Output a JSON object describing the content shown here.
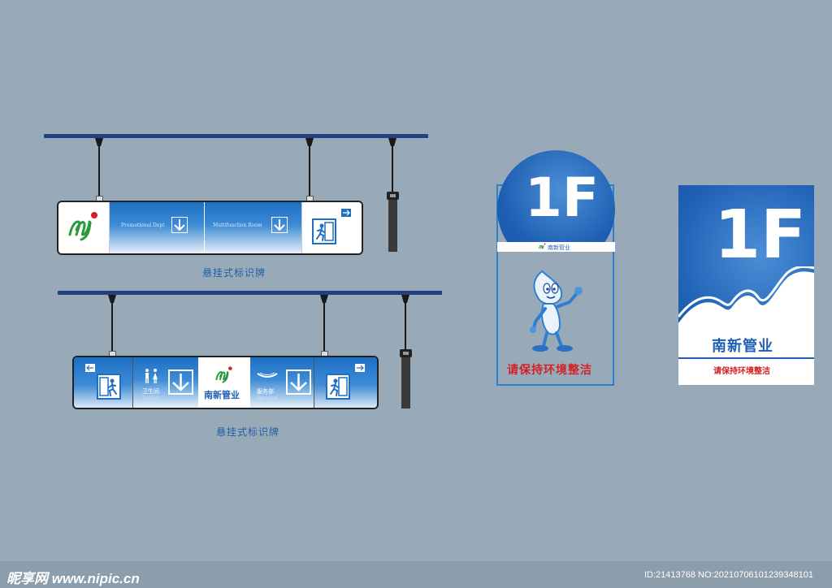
{
  "sign_labels": {
    "label_1": "悬挂式标识牌",
    "label_2": "悬挂式标识牌"
  },
  "sign1": {
    "panel_a": "Promotional Dept",
    "panel_b": "Multifunction Room"
  },
  "sign2": {
    "toilet_zh": "卫生间",
    "toilet_en": "Toilet",
    "brand": "南新管业",
    "service_zh": "服务部",
    "service_en": "Service"
  },
  "sign3": {
    "floor": "1F",
    "brand_small": "南新管业",
    "slogan": "请保持环境整洁"
  },
  "sign4": {
    "floor": "1F",
    "brand": "南新管业",
    "slogan": "请保持环境整洁"
  },
  "watermark": {
    "site": "昵享网 www.nipic.cn",
    "id": "ID:21413768 NO:20210706101239348101"
  },
  "colors": {
    "background": "#98aab8",
    "blue": "#1e5fb3",
    "red": "#d42020",
    "green": "#2a9a3a"
  }
}
